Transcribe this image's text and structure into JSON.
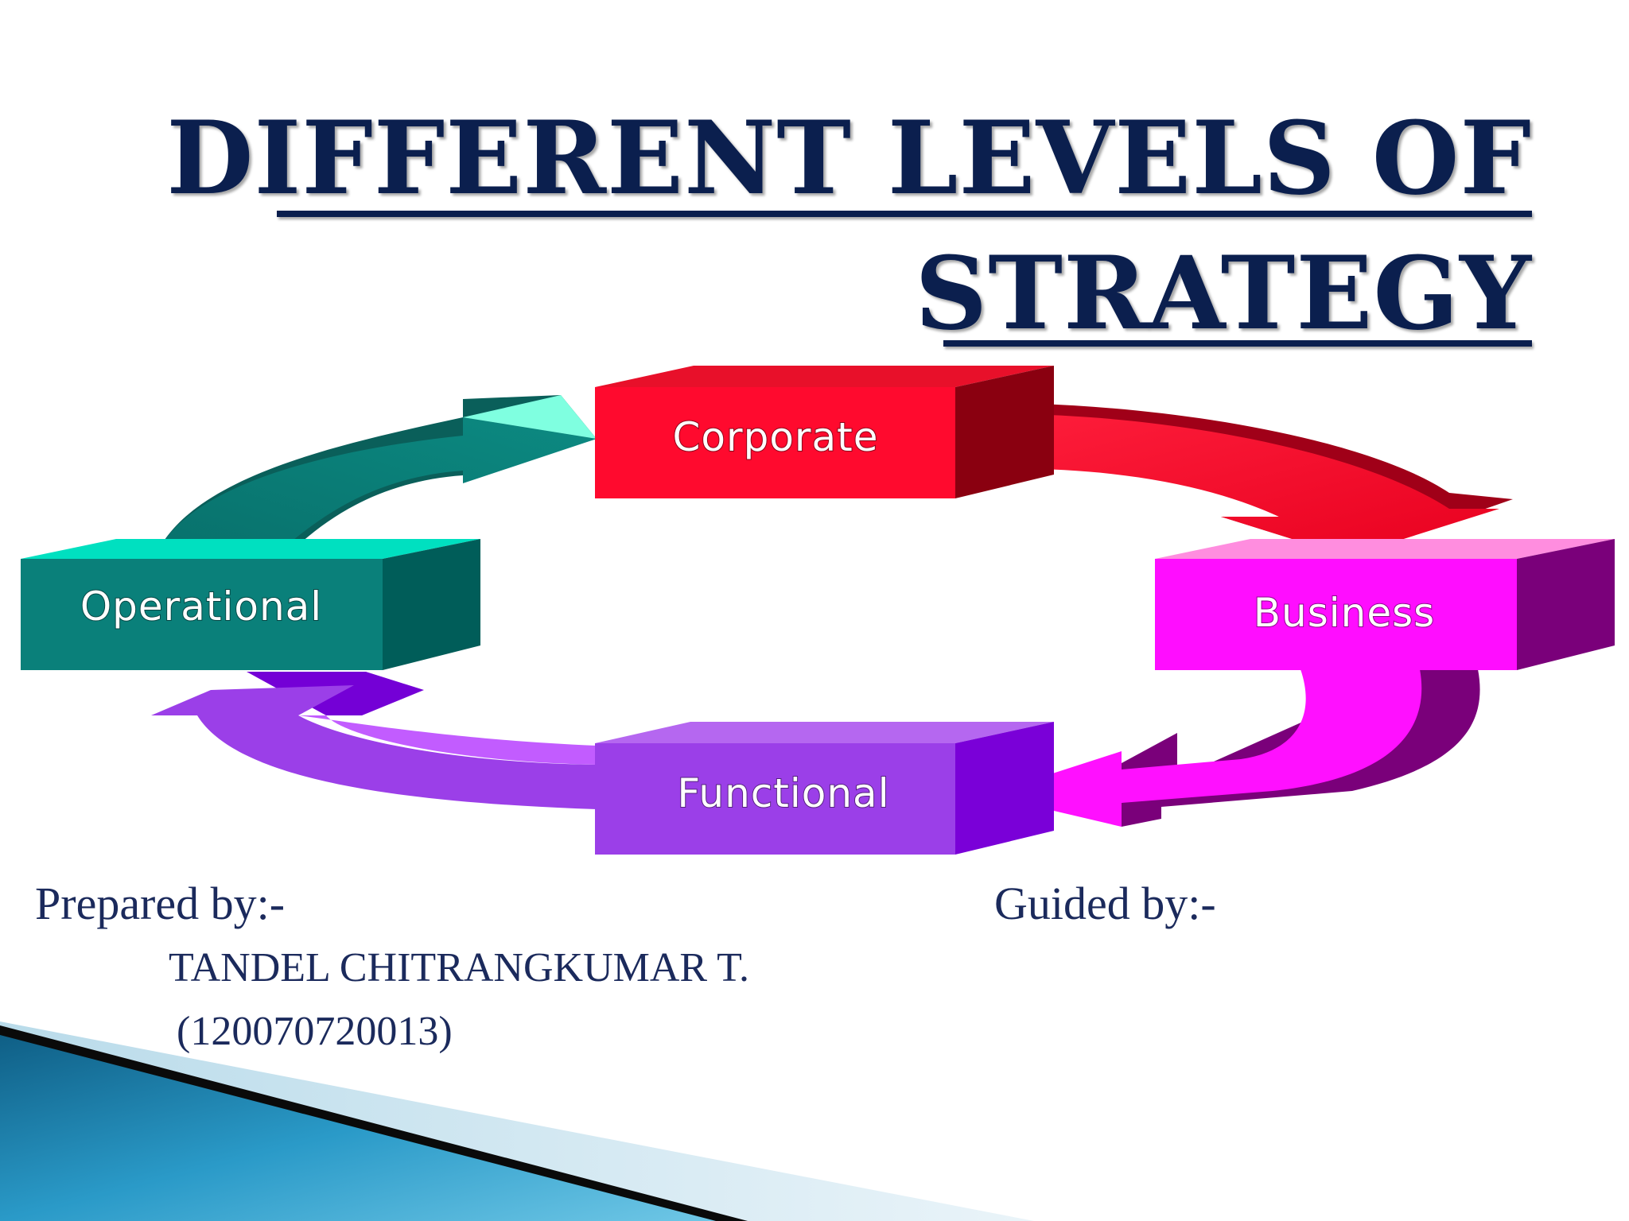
{
  "title": {
    "line1": "DIFFERENT LEVELS OF",
    "line2": "STRATEGY"
  },
  "diagram": {
    "nodes": [
      {
        "id": "corporate",
        "label": "Corporate",
        "color": "#ff0a2e"
      },
      {
        "id": "business",
        "label": "Business",
        "color": "#ff0dff"
      },
      {
        "id": "functional",
        "label": "Functional",
        "color": "#9b3fe8"
      },
      {
        "id": "operational",
        "label": "Operational",
        "color": "#0a807a"
      }
    ],
    "cycle": [
      "corporate",
      "business",
      "functional",
      "operational",
      "corporate"
    ]
  },
  "credits": {
    "prepared_label": "Prepared by:-",
    "author_name": "TANDEL CHITRANGKUMAR T.",
    "author_id": "(120070720013)",
    "guided_label": "Guided by:-"
  },
  "colors": {
    "title": "#0b1f4e",
    "credits_text": "#1b2a5c",
    "accent_blue": "#2a9ac8"
  }
}
